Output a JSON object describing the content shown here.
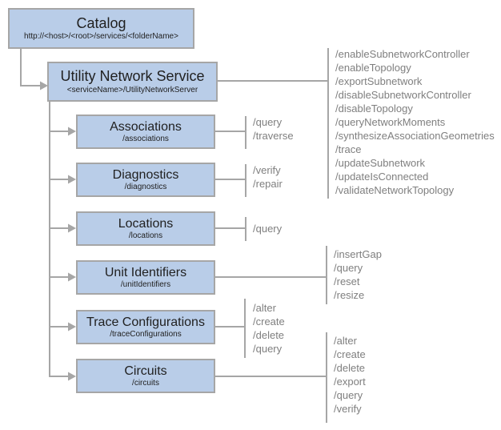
{
  "colors": {
    "box_fill": "#b9cde8",
    "box_border": "#a6a6a6",
    "connector": "#a6a6a6",
    "node_text": "#212121",
    "operation_text": "#7f7f7f",
    "background": "#ffffff"
  },
  "catalog": {
    "title": "Catalog",
    "subtitle": "http://<host>/<root>/services/<folderName>"
  },
  "service": {
    "title": "Utility Network Service",
    "subtitle": "<serviceName>/UtilityNetworkServer",
    "operations": [
      "/enableSubnetworkController",
      "/enableTopology",
      "/exportSubnetwork",
      "/disableSubnetworkController",
      "/disableTopology",
      "/queryNetworkMoments",
      "/synthesizeAssociationGeometries",
      "/trace",
      "/updateSubnetwork",
      "/updateIsConnected",
      "/validateNetworkTopology"
    ]
  },
  "children": [
    {
      "title": "Associations",
      "subtitle": "/associations",
      "operations": [
        "/query",
        "/traverse"
      ]
    },
    {
      "title": "Diagnostics",
      "subtitle": "/diagnostics",
      "operations": [
        "/verify",
        "/repair"
      ]
    },
    {
      "title": "Locations",
      "subtitle": "/locations",
      "operations": [
        "/query"
      ]
    },
    {
      "title": "Unit Identifiers",
      "subtitle": "/unitIdentifiers",
      "operations": [
        "/insertGap",
        "/query",
        "/reset",
        "/resize"
      ]
    },
    {
      "title": "Trace Configurations",
      "subtitle": "/traceConfigurations",
      "operations": [
        "/alter",
        "/create",
        "/delete",
        "/query"
      ]
    },
    {
      "title": "Circuits",
      "subtitle": "/circuits",
      "operations": [
        "/alter",
        "/create",
        "/delete",
        "/export",
        "/query",
        "/verify"
      ]
    }
  ]
}
